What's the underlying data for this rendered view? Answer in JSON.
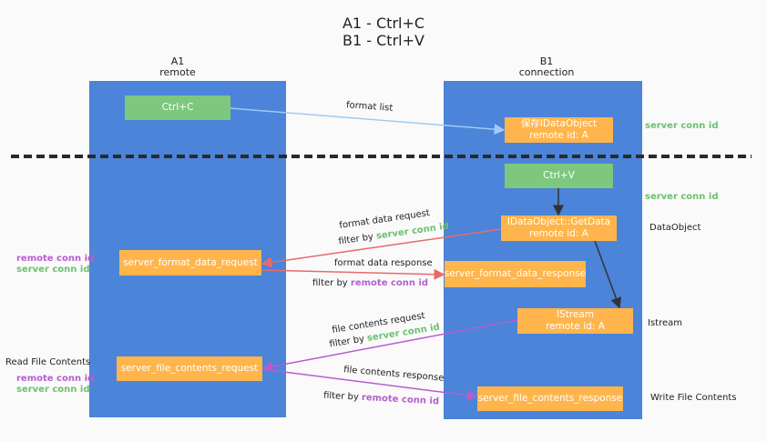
{
  "title": {
    "line1": "A1 - Ctrl+C",
    "line2": "B1 - Ctrl+V"
  },
  "a1": {
    "name": "A1",
    "sub": "remote"
  },
  "b1": {
    "name": "B1",
    "sub": "connection"
  },
  "boxes": {
    "ctrl_c": "Ctrl+C",
    "save_obj": {
      "l1": "保存IDataObject",
      "l2": "remote id: A"
    },
    "ctrl_v": "Ctrl+V",
    "getdata": {
      "l1": "IDataObject::GetData",
      "l2": "remote id: A"
    },
    "fmt_req": "server_format_data_request",
    "fmt_resp": "server_format_data_response",
    "istream": {
      "l1": "IStream",
      "l2": "remote id: A"
    },
    "file_req": "server_file_contents_request",
    "file_resp": "server_file_contents_response"
  },
  "edges": {
    "format_list": "format list",
    "fmt_data_req": "format data request",
    "fmt_data_resp": "format data response",
    "file_req": "file contents request",
    "file_resp": "file contents response",
    "filter_by": "filter by",
    "server_conn_id": "server conn id",
    "remote_conn_id": "remote conn id"
  },
  "side": {
    "server_conn_id": "server conn id",
    "remote_conn_id": "remote conn id",
    "dataobject": "DataObject",
    "istream": "Istream",
    "write_file": "Write File Contents",
    "read_file": "Read File Contents"
  },
  "colors": {
    "column": "#4b84d8",
    "green_box": "#7ec77f",
    "orange_box": "#ffb54b",
    "green_text": "#6cc070",
    "purple": "#b55ed0",
    "red": "#e86a6a",
    "light_blue": "#9fcbf5"
  }
}
